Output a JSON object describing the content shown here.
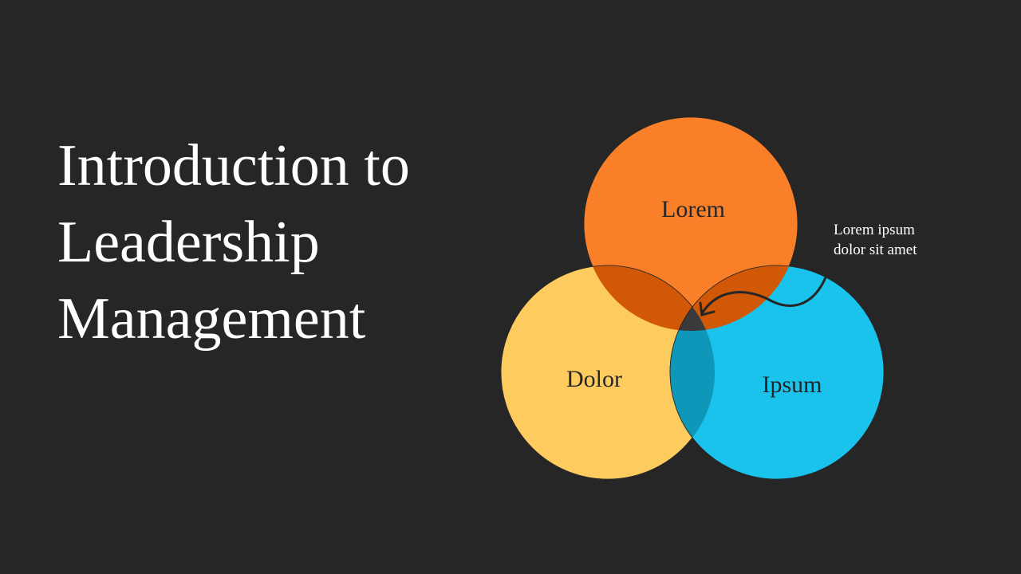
{
  "title": {
    "lines": [
      "Introduction to",
      "Leadership",
      "Management"
    ]
  },
  "venn": {
    "circles": [
      {
        "label": "Lorem",
        "color": "#F98028"
      },
      {
        "label": "Dolor",
        "color": "#FECB5F"
      },
      {
        "label": "Ipsum",
        "color": "#19C3EC"
      }
    ],
    "overlap_colors": {
      "lorem_dolor": "#D15806",
      "lorem_ipsum": "#D15806",
      "dolor_ipsum": "#0E97B9",
      "center": "#3A3A3A"
    }
  },
  "annotation": {
    "lines": [
      "Lorem ipsum",
      "dolor sit amet"
    ]
  }
}
